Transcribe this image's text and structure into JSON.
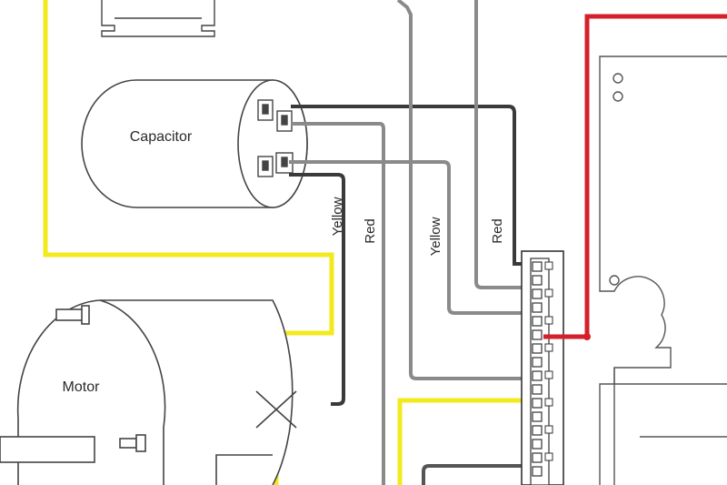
{
  "components": {
    "capacitor": {
      "label": "Capacitor"
    },
    "motor": {
      "label": "Motor"
    }
  },
  "wire_labels": {
    "yellow_1": "Yellow",
    "red_1": "Red",
    "yellow_2": "Yellow",
    "red_2": "Red"
  },
  "colors": {
    "yellow_wire": "#f2ea1c",
    "red_wire": "#d4202a",
    "dark_wire": "#3a3a3a",
    "gray_wire": "#8a8a8a",
    "outline": "#444444"
  }
}
